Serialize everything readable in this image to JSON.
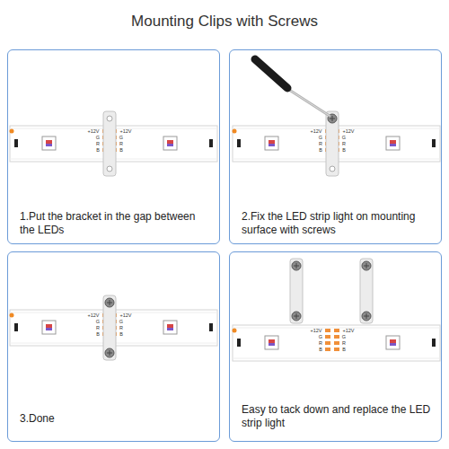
{
  "diagram": {
    "title": "Mounting Clips with Screws",
    "nodes": [
      {
        "text": [
          "1.Put the bracket in the gap between the LEDs"
        ]
      },
      {
        "text": [
          "2.Fix the LED strip light on mounting surface with screws"
        ]
      },
      {
        "text": [
          "3.Done"
        ]
      },
      {
        "text": [
          "Easy to tack down and replace the LED strip light"
        ]
      }
    ],
    "labels": [
      "+12V",
      "+12V",
      "G",
      "G",
      "R",
      "R",
      "B",
      "B",
      "+12V",
      "+12V",
      "G",
      "G",
      "R",
      "R",
      "B",
      "B",
      "+12V",
      "+12V",
      "G",
      "G",
      "R",
      "R",
      "B",
      "B",
      "+12V",
      "+12V",
      "G",
      "G",
      "R",
      "R",
      "B",
      "B"
    ]
  }
}
